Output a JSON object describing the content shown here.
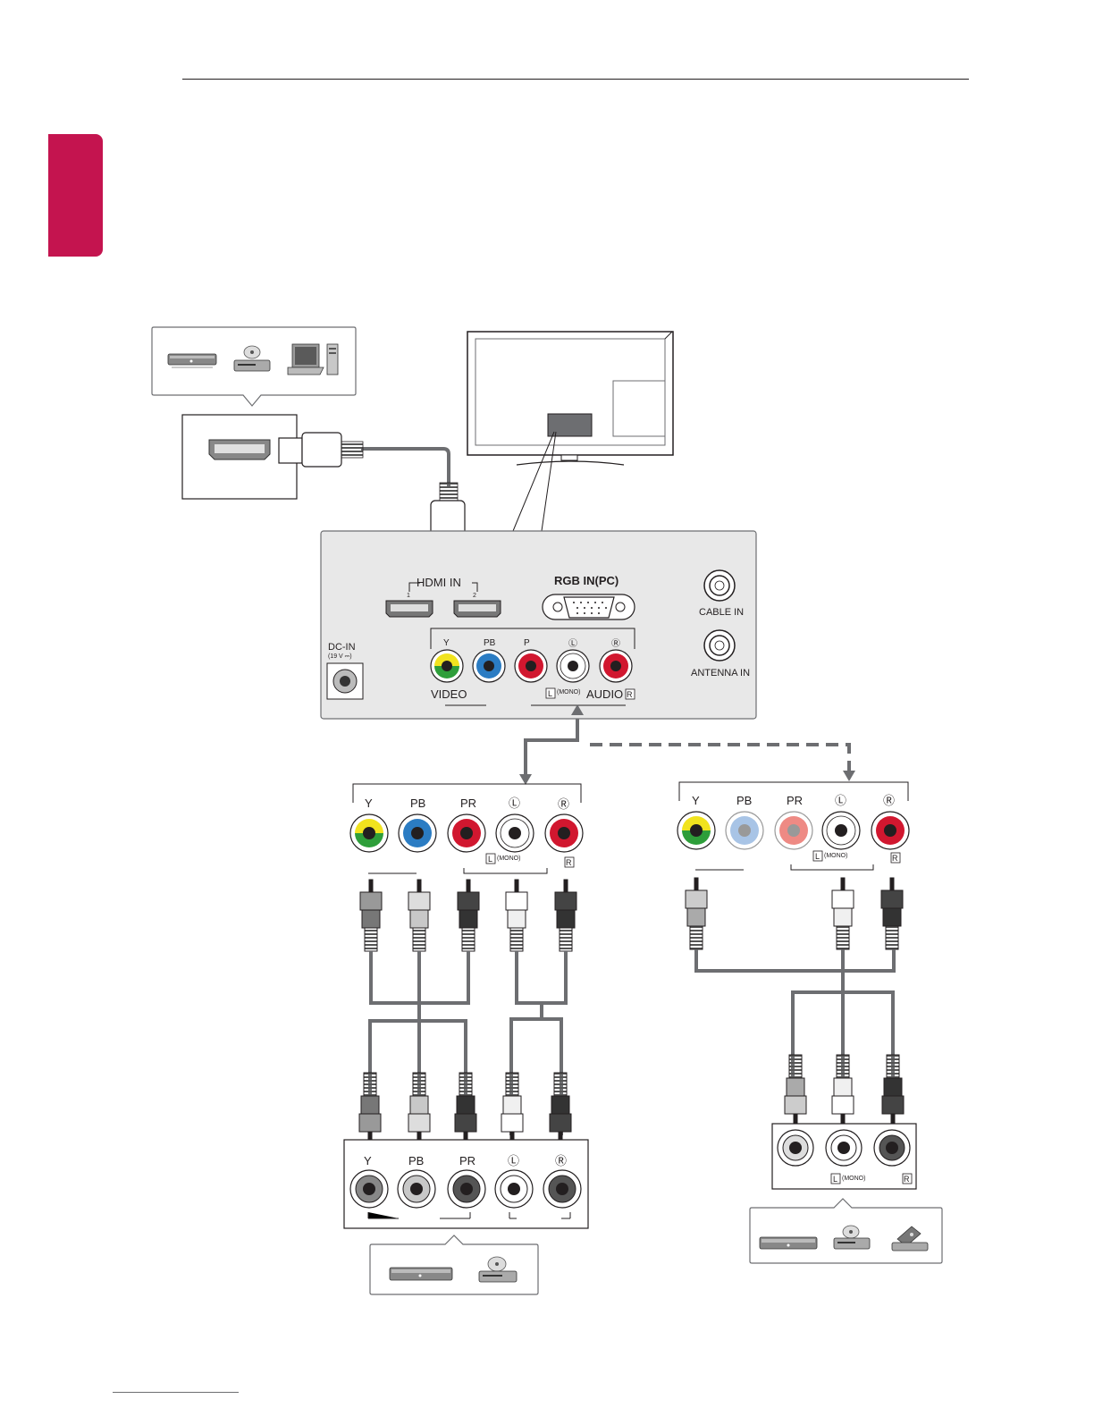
{
  "colors": {
    "accent_tab": "#c4144f",
    "panel_fill": "#e8e8e8",
    "wire": "#6d6e71",
    "jack_green": "#2e9e3a",
    "jack_yellow": "#f1e31e",
    "jack_blue": "#2b7cc3",
    "jack_red": "#d1172f",
    "jack_pale_blue": "#a8c4e6",
    "jack_pale_red": "#ee8a84"
  },
  "tv_panel": {
    "hdmi_in": "HDMI IN",
    "hdmi_port_1": "1",
    "hdmi_port_2": "2",
    "rgb_in": "RGB IN(PC)",
    "cable_in": "CABLE IN",
    "antenna_in": "ANTENNA IN",
    "dc_in": "DC-IN",
    "dc_voltage": "(19 V ⎓)",
    "jack_y": "Y",
    "jack_pb": "PB",
    "jack_pr": "P",
    "jack_l": "Ⓛ",
    "jack_r": "Ⓡ",
    "video": "VIDEO",
    "audio_l": "L",
    "mono": "(MONO)",
    "audio": "AUDIO",
    "audio_r": "R"
  },
  "left_jacks": {
    "y": "Y",
    "pb": "PB",
    "pr": "PR",
    "l": "Ⓛ",
    "r": "Ⓡ",
    "l_mono_letter": "L",
    "mono": "(MONO)",
    "r_small": "R"
  },
  "right_jacks": {
    "y": "Y",
    "pb": "PB",
    "pr": "PR",
    "l": "Ⓛ",
    "r": "Ⓡ",
    "l_mono_letter": "L",
    "mono": "(MONO)",
    "r_small": "R"
  },
  "left_device": {
    "y": "Y",
    "pb": "PB",
    "pr": "PR",
    "l": "Ⓛ",
    "r": "Ⓡ"
  },
  "right_device": {
    "l_mono_letter": "L",
    "mono": "(MONO)",
    "r_small": "R"
  },
  "icons": [
    "set-top-box-icon",
    "dvd-player-icon",
    "laptop-icon",
    "pc-tower-icon",
    "vcr-icon",
    "camcorder-icon"
  ]
}
